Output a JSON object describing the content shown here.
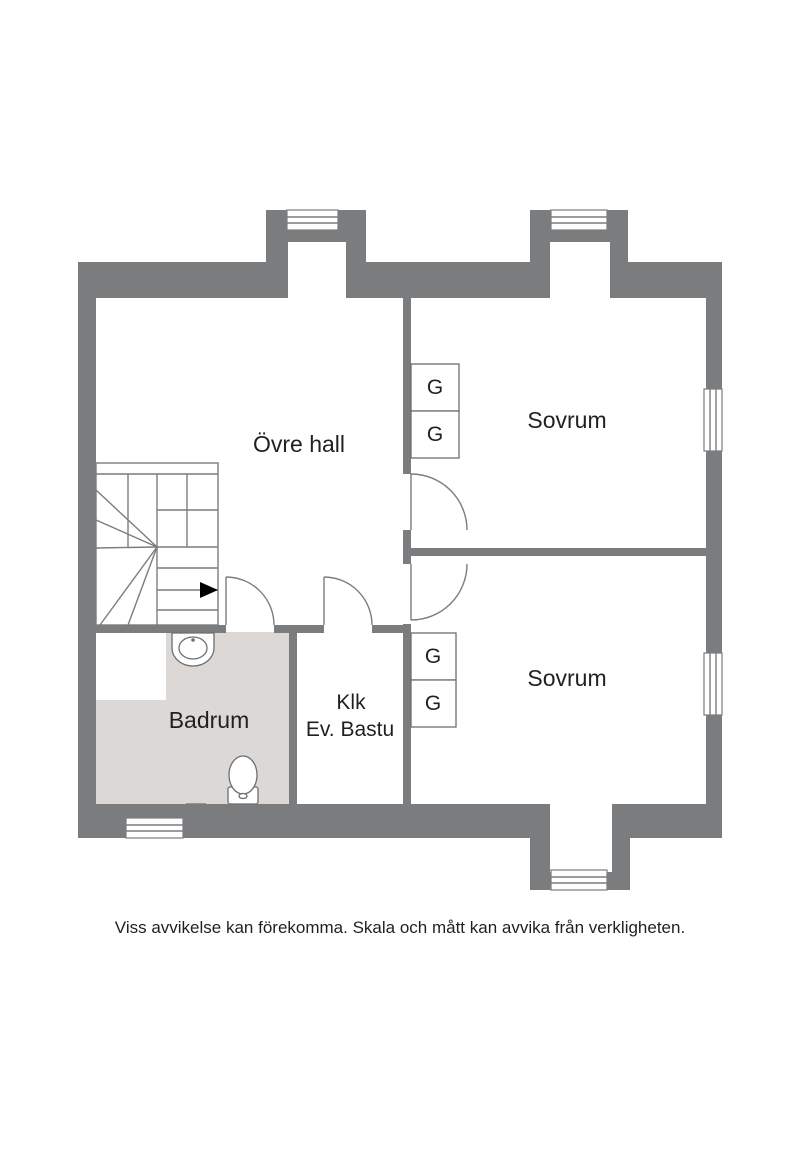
{
  "colors": {
    "wall": "#7b7c7e",
    "bathroom_floor": "#dcd8d6",
    "text": "#231f20"
  },
  "rooms": {
    "hall": "Övre hall",
    "bedroom_upper": "Sovrum",
    "bedroom_lower": "Sovrum",
    "bathroom": "Badrum",
    "closet_line1": "Klk",
    "closet_line2": "Ev. Bastu"
  },
  "wardrobes": {
    "upper_1": "G",
    "upper_2": "G",
    "lower_1": "G",
    "lower_2": "G"
  },
  "disclaimer": "Viss avvikelse kan förekomma. Skala och mått kan avvika från verkligheten."
}
